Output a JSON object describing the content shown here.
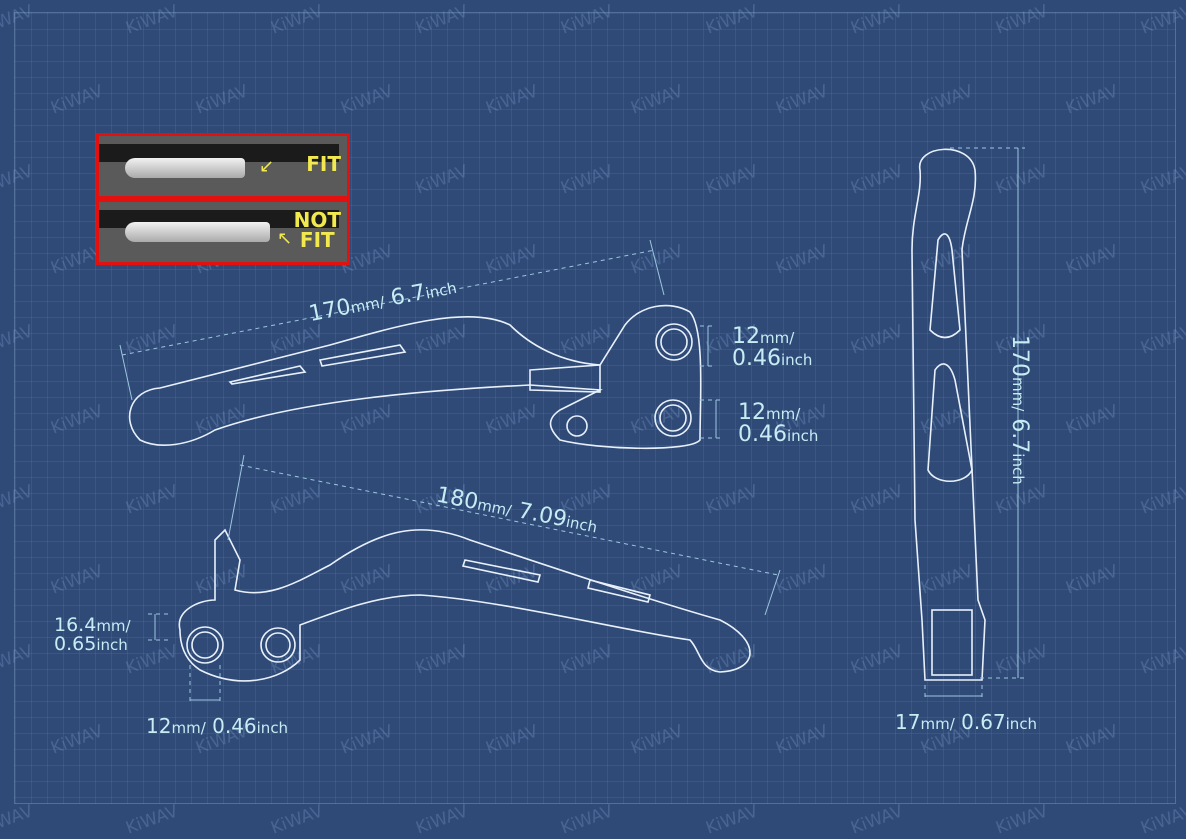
{
  "watermark": "KiWAV",
  "colors": {
    "background": "#2f4a77",
    "dimension_text": "#c6ecf4",
    "inset_border": "#e31010",
    "inset_label": "#f2e94e"
  },
  "inset": {
    "fit_label": "FIT",
    "not_fit_label_1": "NOT",
    "not_fit_label_2": "FIT"
  },
  "dimensions": {
    "top_length": {
      "mm": "170",
      "mm_unit": "mm",
      "sep": "/",
      "inch": "6.7",
      "inch_unit": "inch"
    },
    "top_hole_1": {
      "mm": "12",
      "mm_unit": "mm",
      "sep": "/",
      "inch": "0.46",
      "inch_unit": "inch"
    },
    "top_hole_2": {
      "mm": "12",
      "mm_unit": "mm",
      "sep": "/",
      "inch": "0.46",
      "inch_unit": "inch"
    },
    "bottom_length": {
      "mm": "180",
      "mm_unit": "mm",
      "sep": "/",
      "inch": "7.09",
      "inch_unit": "inch"
    },
    "bottom_offset": {
      "mm": "16.4",
      "mm_unit": "mm",
      "sep": "/",
      "inch": "0.65",
      "inch_unit": "inch"
    },
    "bottom_hole": {
      "mm": "12",
      "mm_unit": "mm",
      "sep": "/",
      "inch": "0.46",
      "inch_unit": "inch"
    },
    "side_length": {
      "mm": "170",
      "mm_unit": "mm",
      "sep": "/",
      "inch": "6.7",
      "inch_unit": "inch"
    },
    "side_width": {
      "mm": "17",
      "mm_unit": "mm",
      "sep": "/",
      "inch": "0.67",
      "inch_unit": "inch"
    }
  }
}
